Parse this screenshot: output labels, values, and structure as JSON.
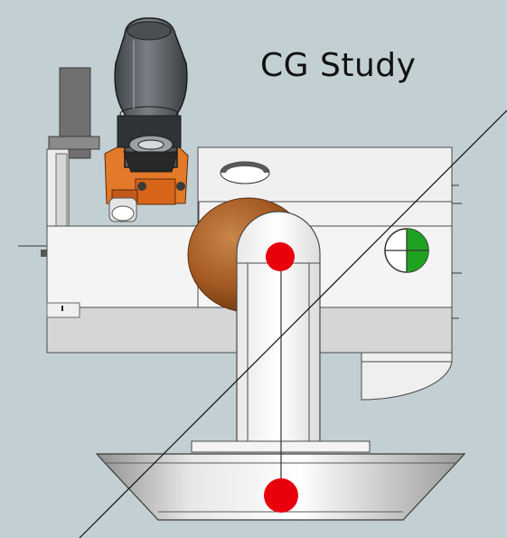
{
  "title": "CG Study",
  "colors": {
    "background": "#c3d0d3",
    "body": "#f2f2f2",
    "body_shade": "#d9d9d9",
    "edge": "#4a4a4a",
    "orange_mount": "#e27a2a",
    "brown_sphere": "#a45a22",
    "green_marker": "#1fa21f",
    "cg_marker": "#e8000b",
    "canister": "#5e6266"
  },
  "markers": [
    {
      "name": "upper-cg-marker"
    },
    {
      "name": "lower-cg-marker"
    }
  ]
}
